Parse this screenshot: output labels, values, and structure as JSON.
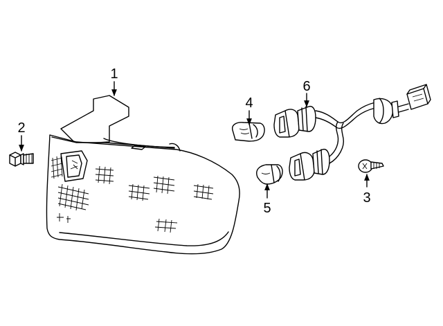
{
  "diagram": {
    "callouts": [
      {
        "id": "1",
        "label": "1"
      },
      {
        "id": "2",
        "label": "2"
      },
      {
        "id": "3",
        "label": "3"
      },
      {
        "id": "4",
        "label": "4"
      },
      {
        "id": "5",
        "label": "5"
      },
      {
        "id": "6",
        "label": "6"
      }
    ]
  },
  "parts": [
    {
      "name": "tail-lamp-assembly-icon"
    },
    {
      "name": "bolt-icon"
    },
    {
      "name": "screw-icon"
    },
    {
      "name": "bulb-icon"
    },
    {
      "name": "bulb-icon"
    },
    {
      "name": "wire-harness-icon"
    }
  ]
}
